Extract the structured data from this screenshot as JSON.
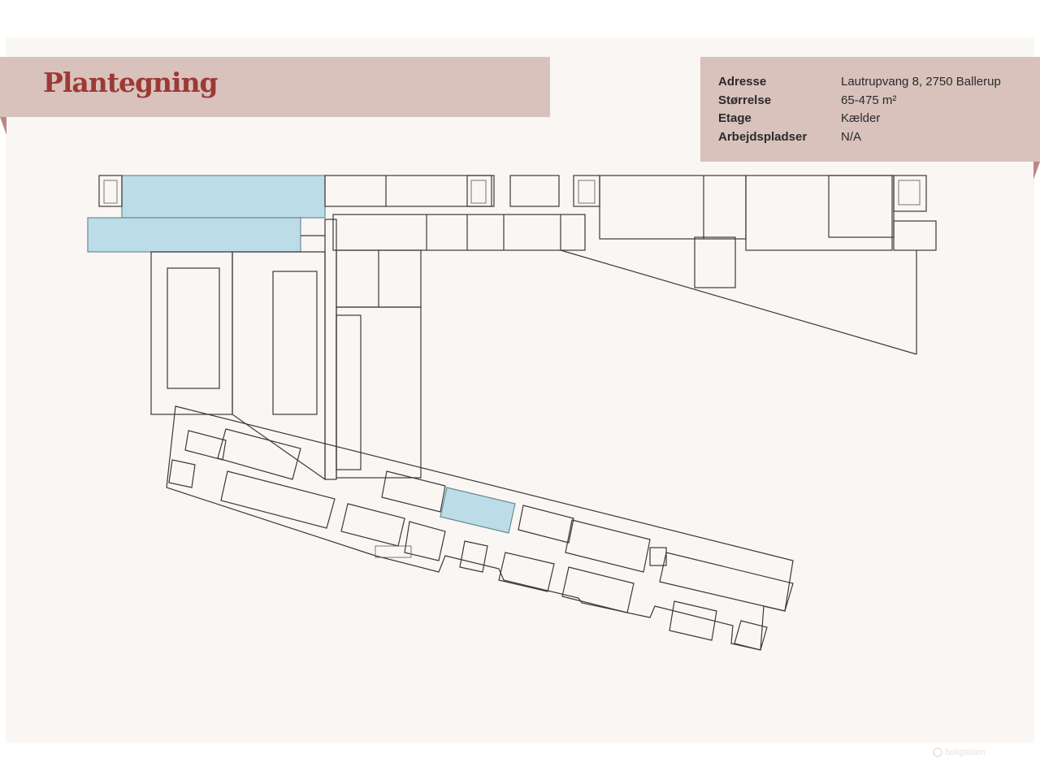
{
  "title": "Plantegning",
  "info": [
    {
      "key": "Adresse",
      "value": "Lautrupvang 8, 2750 Ballerup"
    },
    {
      "key": "Størrelse",
      "value": "65-475 m²"
    },
    {
      "key": "Etage",
      "value": "Kælder"
    },
    {
      "key": "Arbejdspladser",
      "value": "N/A"
    }
  ],
  "colors": {
    "accent": "#9b3a34",
    "band": "#d9c1bc",
    "highlight": "#bcdde7",
    "walls": "#3a3a3a"
  },
  "watermark": "boligsiden"
}
